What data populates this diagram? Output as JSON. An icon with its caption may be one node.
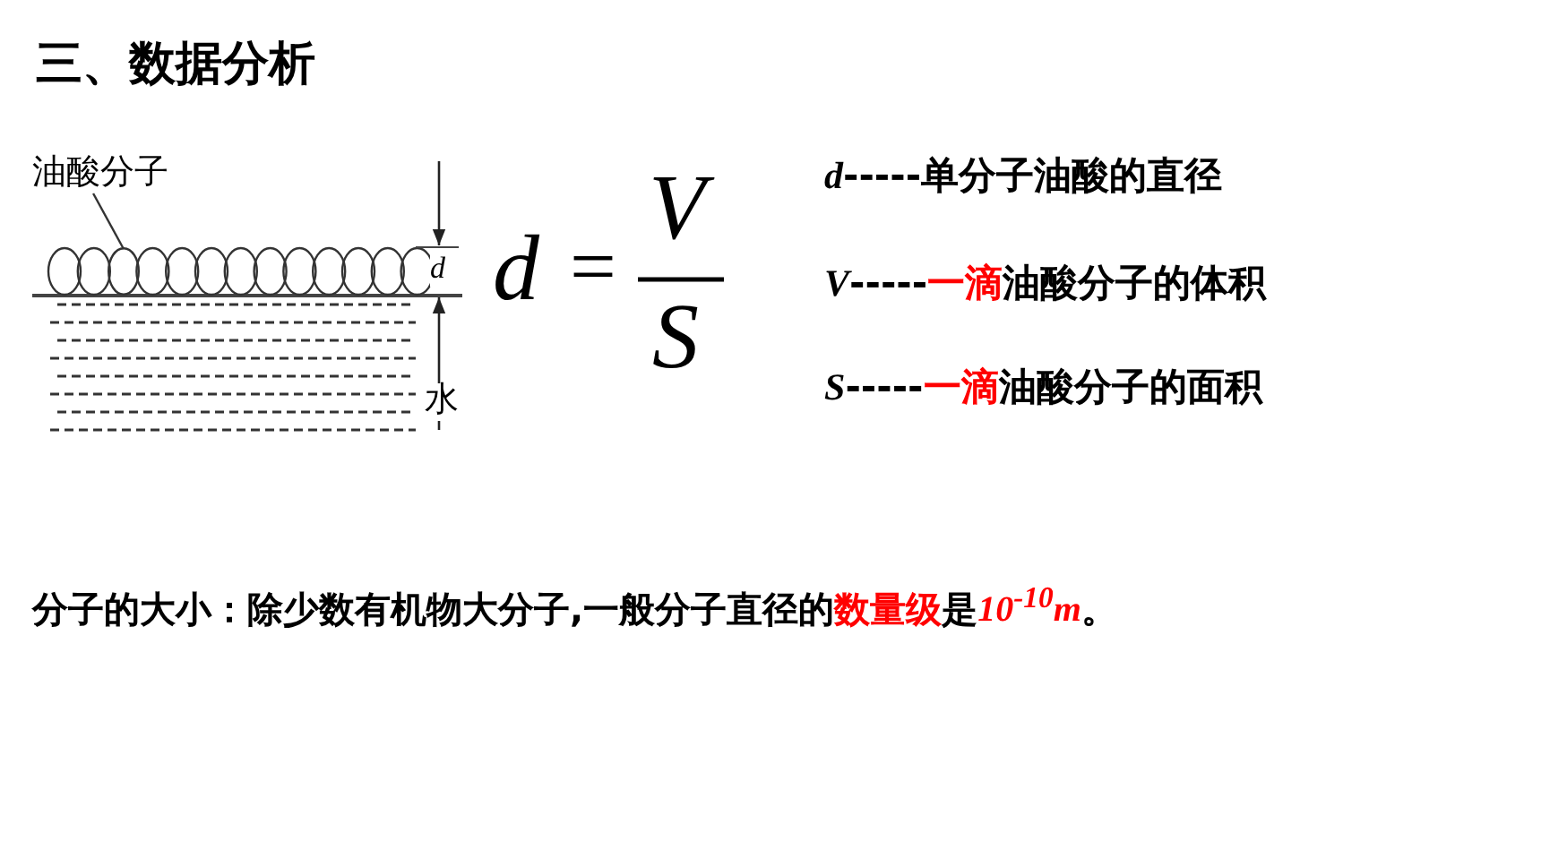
{
  "diagram": {
    "title": "三、数据分析",
    "nodes": [
      {
        "text": [
          "油酸分子"
        ]
      },
      {
        "text": [],
        "shape": "circle"
      }
    ],
    "edges": [
      {
        "from": 0,
        "to": 1,
        "arrow": "none"
      }
    ],
    "labels": [
      "*d*",
      "水",
      "*d*",
      "=",
      "*V*",
      "*S*",
      "*d*-----单分子油酸的直径",
      "*V*-----",
      "一滴",
      "油酸分子的体积",
      "*S*-----",
      "一滴",
      "油酸分子的面积",
      "分子的大小：除少数有机物大分子,一般分子直径的",
      "数量级",
      "是",
      "10$^{-10}$*m*",
      "。"
    ]
  }
}
